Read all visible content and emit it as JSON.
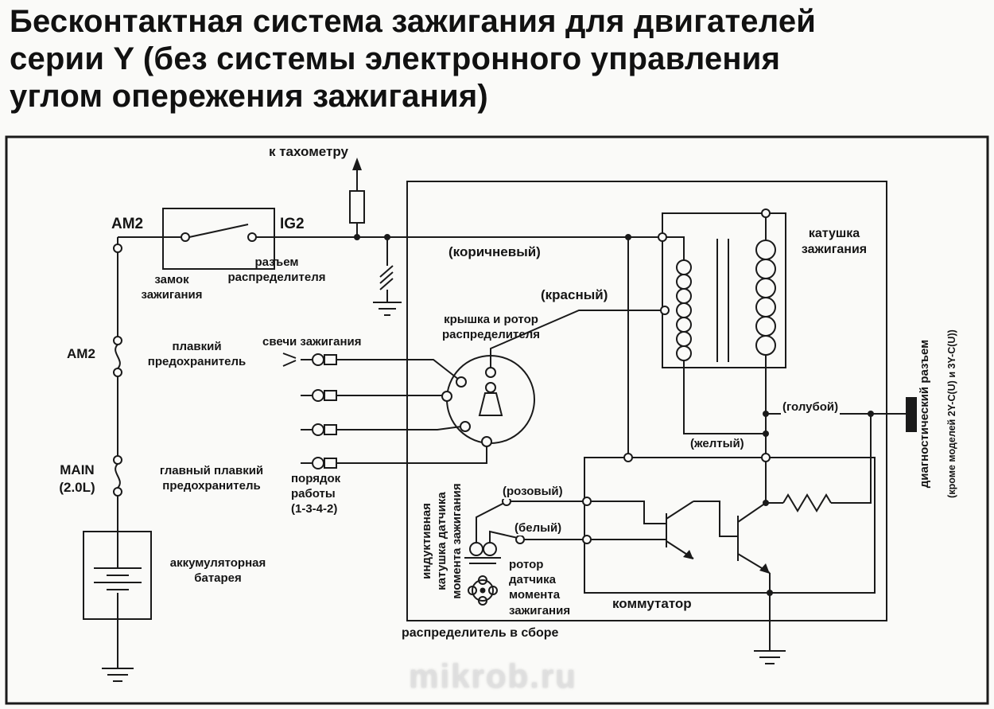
{
  "title": "Бесконтактная система зажигания для двигателей\nсерии Y (без системы электронного управления\nуглом опережения зажигания)",
  "labels": {
    "tachometer": "к тахометру",
    "am2_top": "AM2",
    "ig2": "IG2",
    "ignition_lock": "замок\nзажигания",
    "distributor_connector": "разъем\nраспределителя",
    "brown": "(коричневый)",
    "red": "(красный)",
    "ignition_coil": "катушка\nзажигания",
    "am2_fuse": "AM2",
    "fuse": "плавкий\nпредохранитель",
    "spark_plugs": "свечи зажигания",
    "cap_rotor": "крышка и ротор\nраспределителя",
    "main_tag": "MAIN\n(2.0L)",
    "main_fuse": "главный плавкий\nпредохранитель",
    "firing_order": "порядок\nработы\n(1-3-4-2)",
    "battery": "аккумуляторная\nбатарея",
    "inductive_coil": "индуктивная\nкатушка датчика\nмомента зажигания",
    "pink": "(розовый)",
    "white": "(белый)",
    "sensor_rotor": "ротор\nдатчика\nмомента\nзажигания",
    "commutator": "коммутатор",
    "yellow": "(желтый)",
    "blue": "(голубой)",
    "diagnostic_connector": "диагностический разъем",
    "diagnostic_note": "(кроме моделей 2Y-C(U) и 3Y-C(U))",
    "distributor_assembly": "распределитель в сборе",
    "watermark": "mikrob.ru"
  },
  "colors": {
    "ink": "#1a1a1a",
    "paper": "#fafaf8"
  }
}
